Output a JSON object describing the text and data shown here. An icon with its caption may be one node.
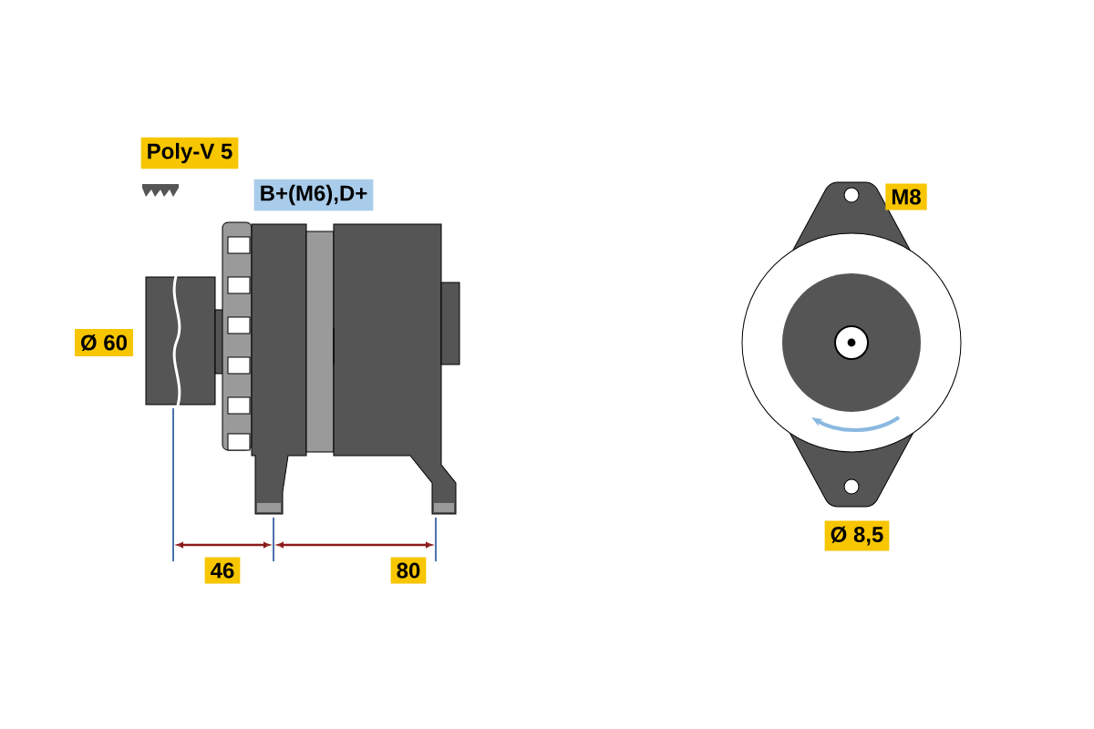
{
  "diagram": {
    "labels": [
      "Poly-V 5",
      "B+(M6),D+",
      "Ø 60",
      "46",
      "80",
      "M8",
      "Ø 8,5"
    ]
  }
}
